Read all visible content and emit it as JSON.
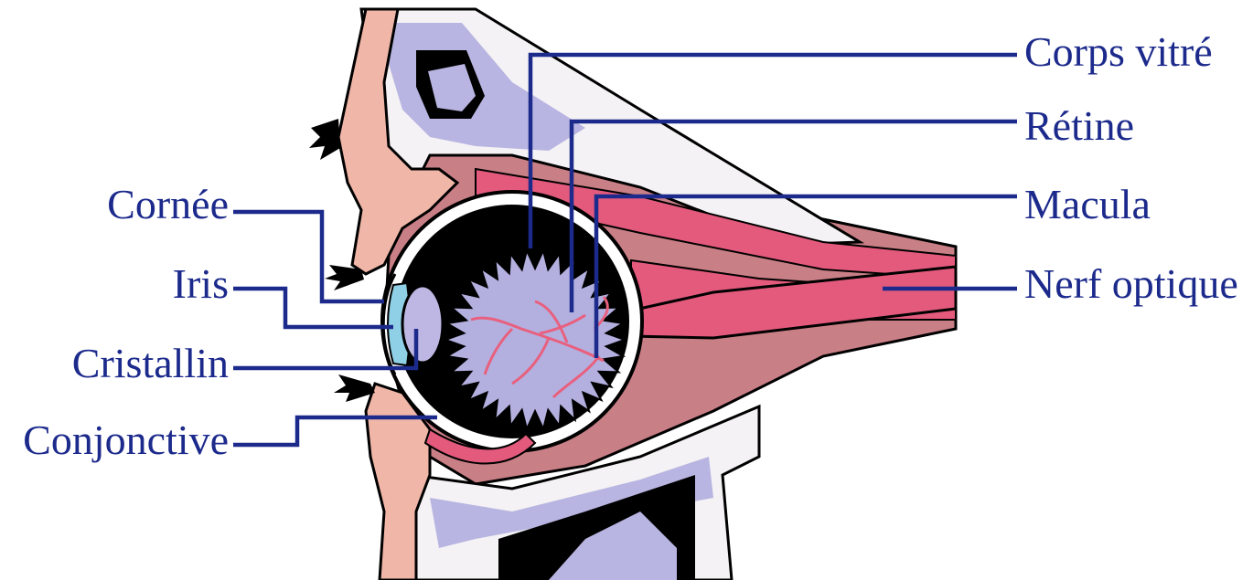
{
  "labels": {
    "corps_vitre": "Corps vitré",
    "retine": "Rétine",
    "macula": "Macula",
    "nerf_optique": "Nerf optique",
    "cornee": "Cornée",
    "iris": "Iris",
    "cristallin": "Cristallin",
    "conjonctive": "Conjonctive"
  },
  "colors": {
    "label_ink": "#1c2a8c",
    "skin": "#f0b6a8",
    "tissue": "#c97f86",
    "bone": "#f4f2f4",
    "bone_marrow": "#b8b5e2",
    "muscle": "#e35a7c",
    "vitreous": "#b3b0e0",
    "vessels": "#e8607e",
    "outline": "#000000",
    "iris": "#8fd0e6",
    "lens": "#bfb7e3"
  }
}
